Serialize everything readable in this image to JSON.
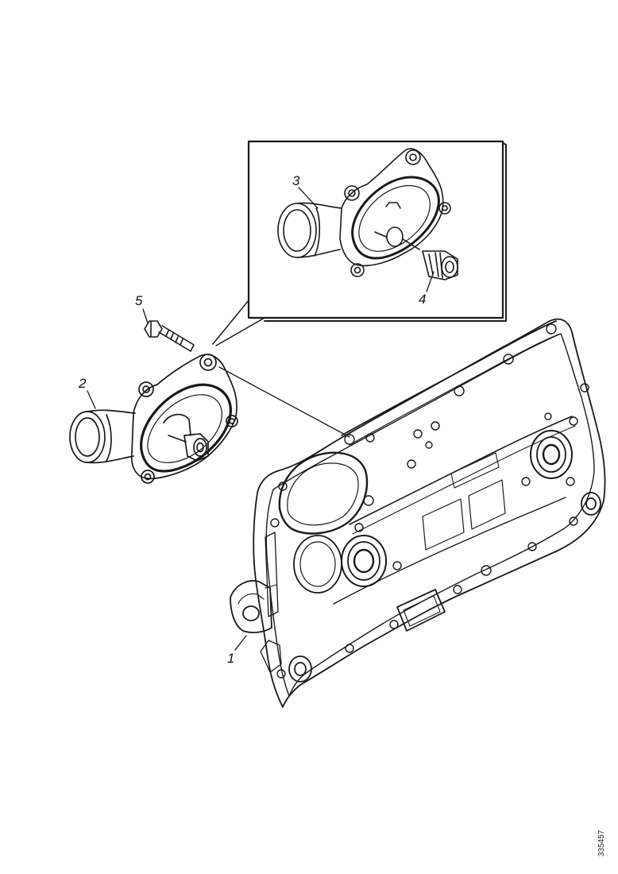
{
  "diagram": {
    "callouts": [
      {
        "id": "1",
        "text": "1"
      },
      {
        "id": "2",
        "text": "2"
      },
      {
        "id": "3",
        "text": "3"
      },
      {
        "id": "4",
        "text": "4"
      },
      {
        "id": "5",
        "text": "5"
      }
    ],
    "reference_code": "335457",
    "colors": {
      "line": "#1a1a1a",
      "background": "#ffffff"
    }
  }
}
